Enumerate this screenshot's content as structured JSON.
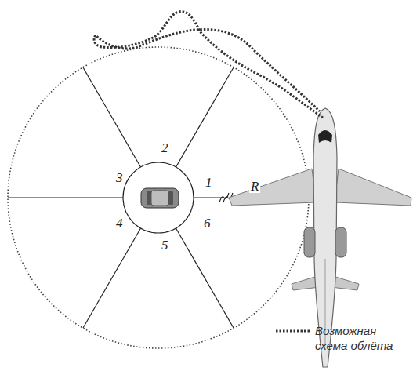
{
  "diagram": {
    "labels": [
      "1",
      "2",
      "3",
      "4",
      "5",
      "6",
      "R"
    ],
    "legend": [
      {
        "text": "Возможная схема облёта"
      }
    ]
  }
}
